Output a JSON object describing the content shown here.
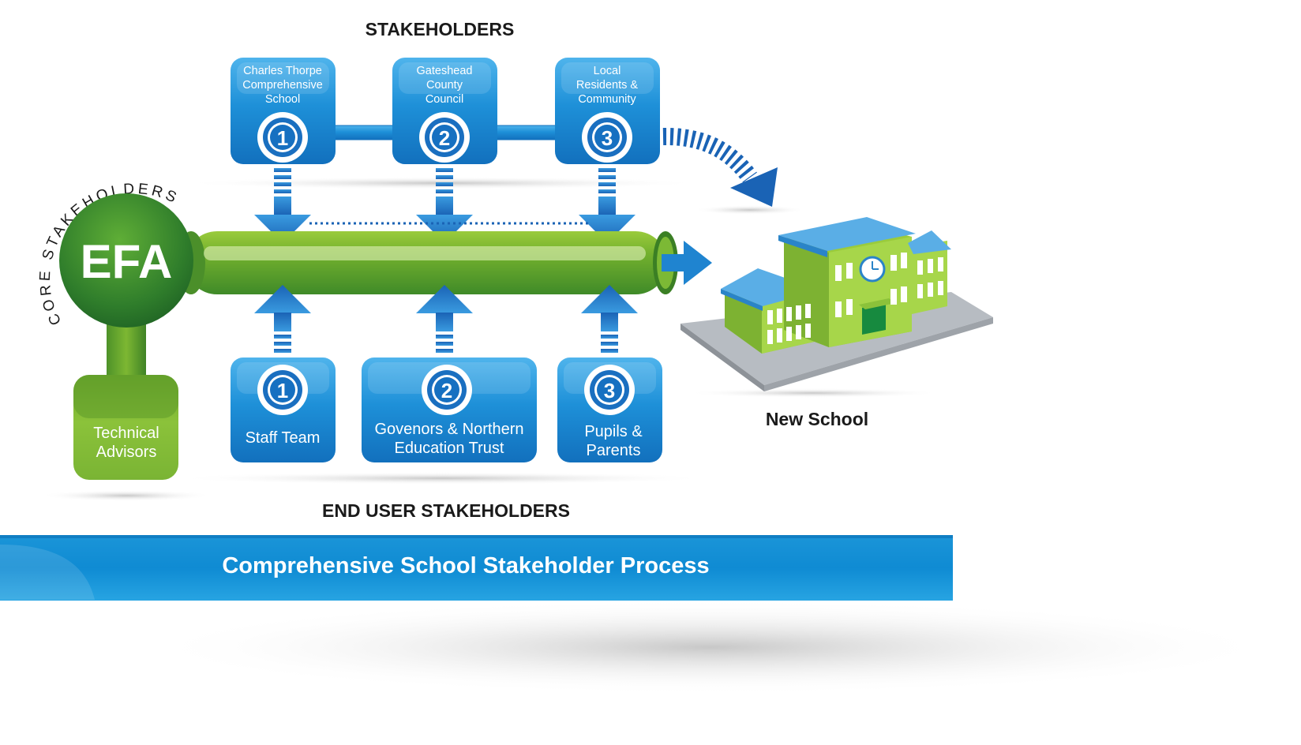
{
  "headings": {
    "stakeholders": "STAKEHOLDERS",
    "end_user_stakeholders": "END USER STAKEHOLDERS",
    "core_stakeholders": "CORE STAKEHOLDERS",
    "new_school": "New School"
  },
  "core": {
    "label": "EFA",
    "advisors": [
      "Technical",
      "Advisors"
    ]
  },
  "stakeholders": [
    {
      "number": "1",
      "lines": [
        "Charles Thorpe",
        "Comprehensive",
        "School"
      ]
    },
    {
      "number": "2",
      "lines": [
        "Gateshead",
        "County",
        "Council"
      ]
    },
    {
      "number": "3",
      "lines": [
        "Local",
        "Residents &",
        "Community"
      ]
    }
  ],
  "end_users": [
    {
      "number": "1",
      "lines": [
        "Staff Team"
      ]
    },
    {
      "number": "2",
      "lines": [
        "Govenors & Northern",
        "Education Trust"
      ]
    },
    {
      "number": "3",
      "lines": [
        "Pupils &",
        "Parents"
      ]
    }
  ],
  "banner": {
    "title": "Comprehensive School Stakeholder Process"
  },
  "colors": {
    "blue": "#1f8fd6",
    "blue_dark": "#1668b3",
    "green": "#6aa62b",
    "green_dark": "#2f7a2c",
    "green_light": "#9acb3c",
    "text_dark": "#1a1a1a"
  }
}
